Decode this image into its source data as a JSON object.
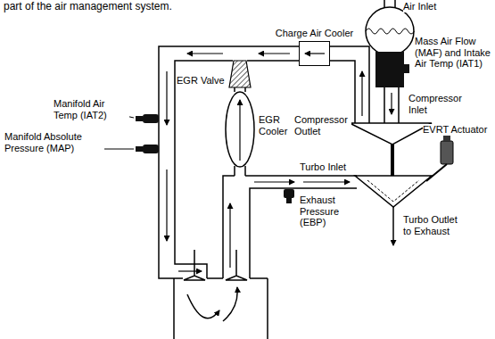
{
  "diagram": {
    "nodes": [
      {
        "text": [
          "Charge Air Cooler"
        ]
      }
    ],
    "labels": [
      "part of the air management system.",
      "Air Inlet",
      "Mass Air Flow (MAF) and Intake Air Temp (IAT1)",
      "Compressor Inlet",
      "EGR Valve",
      "Manifold Air Temp (IAT2)",
      "Compressor Outlet",
      "EGR Cooler",
      "EVRT Actuator",
      "Manifold Absolute Pressure (MAP)",
      "Turbo Inlet",
      "Exhaust Pressure (EBP)",
      "Turbo Outlet to Exhaust"
    ]
  }
}
